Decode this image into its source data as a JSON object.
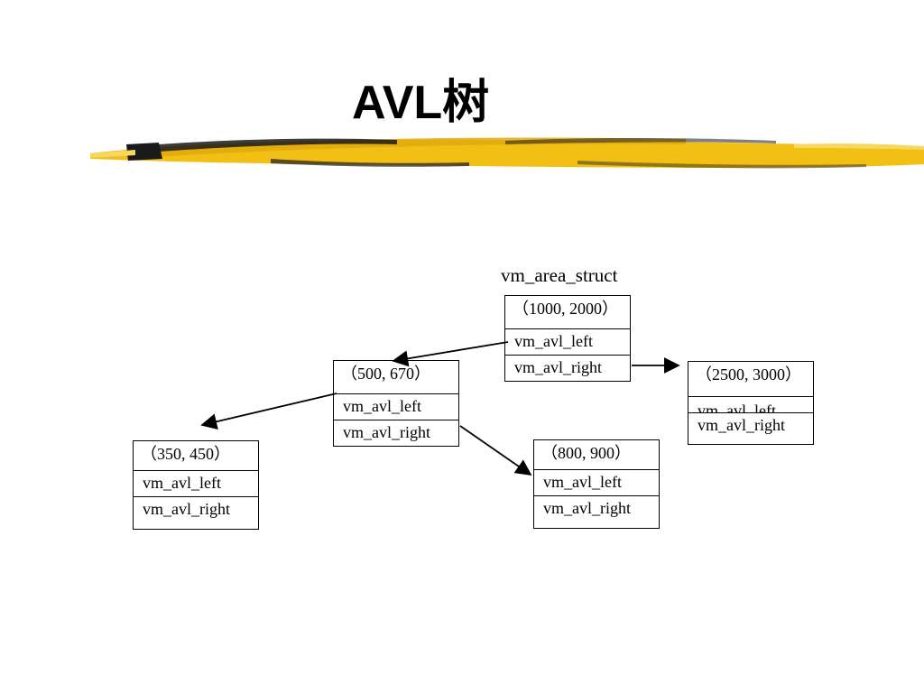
{
  "slide": {
    "title": "AVL树",
    "struct_label": "vm_area_struct"
  },
  "nodes": {
    "root": {
      "key": "（1000, 2000）",
      "left": "vm_avl_left",
      "right": "vm_avl_right"
    },
    "n500": {
      "key": "（500, 670）",
      "left": "vm_avl_left",
      "right": "vm_avl_right"
    },
    "n2500": {
      "key": "（2500, 3000）",
      "left": "vm_avl_left",
      "right": "vm_avl_right"
    },
    "n350": {
      "key": "（350, 450）",
      "left": "vm_avl_left",
      "right": "vm_avl_right"
    },
    "n800": {
      "key": "（800, 900）",
      "left": "vm_avl_left",
      "right": "vm_avl_right"
    }
  },
  "colors": {
    "brush_gold": "#f2c014",
    "brush_dark": "#1a1a1a"
  }
}
